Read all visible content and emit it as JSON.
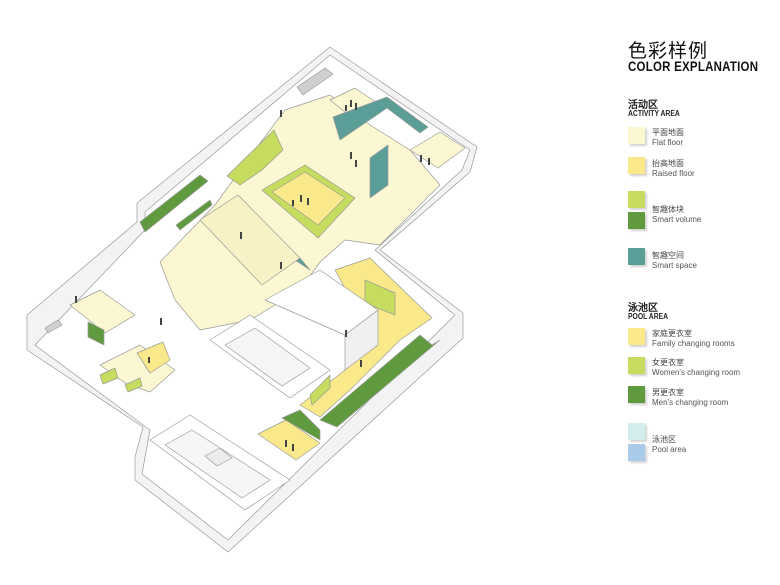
{
  "legend": {
    "title_cn": "色彩样例",
    "title_en": "COLOR EXPLANATION",
    "activity": {
      "title_cn": "活动区",
      "title_en": "ACTIVITY AREA",
      "items": [
        {
          "cn": "平面地面",
          "en": "Flat floor",
          "colors": [
            "#fbf7d2"
          ]
        },
        {
          "cn": "抬高地面",
          "en": "Raised floor",
          "colors": [
            "#f9e98a"
          ]
        },
        {
          "cn": "智趣体块",
          "en": "Smart volume",
          "colors": [
            "#c5dc5e",
            "#5f9a3f"
          ]
        },
        {
          "cn": "智趣空间",
          "en": "Smart space",
          "colors": [
            "#5b9e98"
          ]
        }
      ]
    },
    "pool": {
      "title_cn": "泳池区",
      "title_en": "POOL AREA",
      "items": [
        {
          "cn": "家庭更衣室",
          "en": "Family changing rooms",
          "colors": [
            "#f9e98a"
          ]
        },
        {
          "cn": "女更衣室",
          "en": "Women's changing room",
          "colors": [
            "#c5dc5e"
          ]
        },
        {
          "cn": "男更衣室",
          "en": "Men's changing room",
          "colors": [
            "#5f9a3f"
          ]
        },
        {
          "cn": "泳池区",
          "en": "Pool area",
          "colors": [
            "#d3ecec",
            "#a9cbe9"
          ]
        }
      ]
    }
  }
}
